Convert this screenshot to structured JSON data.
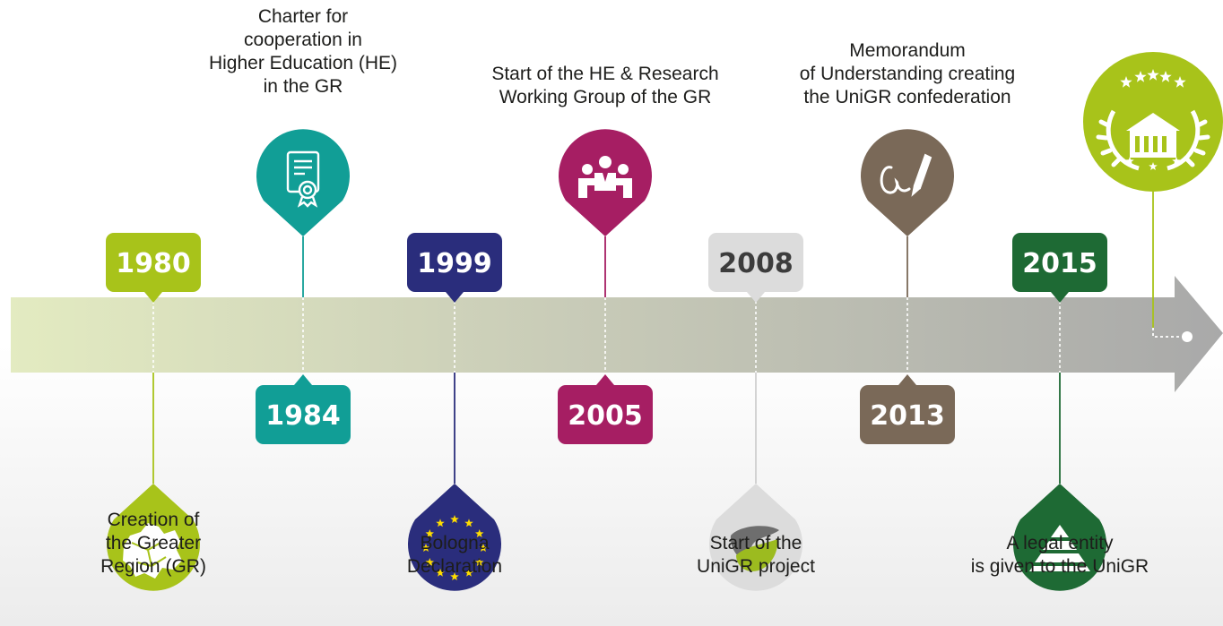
{
  "colors": {
    "lime": "#a8c31a",
    "teal": "#119e96",
    "navy": "#2a2d7c",
    "magenta": "#a61e63",
    "lightgray": "#dcdcdc",
    "brown": "#7a6958",
    "darkgreen": "#1e6a34",
    "arrow_start": "#e3ebc1",
    "arrow_end": "#a9a9a9",
    "eu_star": "#ffdd00"
  },
  "milestones": [
    {
      "year": "1980",
      "caption": "Creation of\nthe Greater\nRegion (GR)",
      "color": "#a8c31a",
      "icon": "greater-region-map-icon",
      "side": "below"
    },
    {
      "year": "1984",
      "caption": "Charter for\ncooperation in\nHigher Education (HE)\nin the GR",
      "color": "#119e96",
      "icon": "certificate-icon",
      "side": "above"
    },
    {
      "year": "1999",
      "caption": "Bologna\nDeclaration",
      "color": "#2a2d7c",
      "icon": "eu-flag-icon",
      "side": "below"
    },
    {
      "year": "2005",
      "caption": "Start of the HE & Research\nWorking Group of the GR",
      "color": "#a61e63",
      "icon": "working-group-icon",
      "side": "above"
    },
    {
      "year": "2008",
      "caption": "Start of the\nUniGR project",
      "color": "#dcdcdc",
      "icon": "unigr-logo-icon",
      "side": "below"
    },
    {
      "year": "2013",
      "caption": "Memorandum\nof Understanding creating\nthe UniGR confederation",
      "color": "#7a6958",
      "icon": "signature-pen-icon",
      "side": "above"
    },
    {
      "year": "2015",
      "caption": "A legal entity\nis given to the UniGR",
      "color": "#1e6a34",
      "icon": "pyramid-icon",
      "side": "below"
    }
  ],
  "end_badge": {
    "icon": "university-laurel-icon",
    "color": "#a8c31a"
  }
}
